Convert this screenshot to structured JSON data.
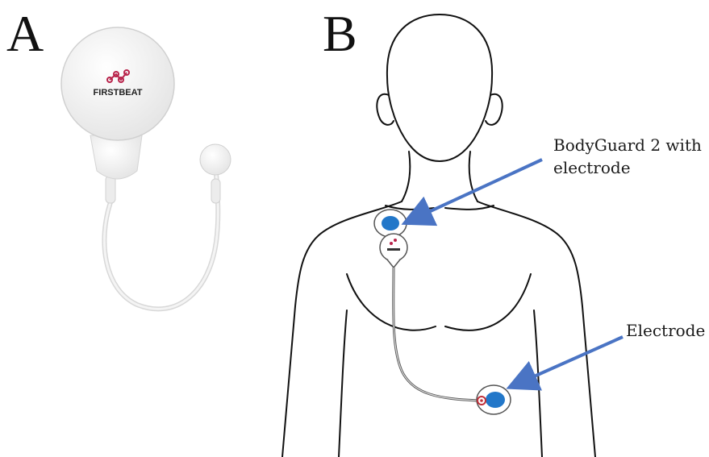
{
  "figure": {
    "panel_a_label": "A",
    "panel_b_label": "B",
    "device_logo_text": "FIRSTBEAT",
    "callout_bodyguard_line1": "BodyGuard 2 with",
    "callout_bodyguard_line2": "electrode",
    "callout_electrode": "Electrode",
    "colors": {
      "arrow": "#4a74c4",
      "electrode_blue": "#2277c9",
      "logo_red": "#b8234a",
      "outline": "#111111"
    }
  }
}
